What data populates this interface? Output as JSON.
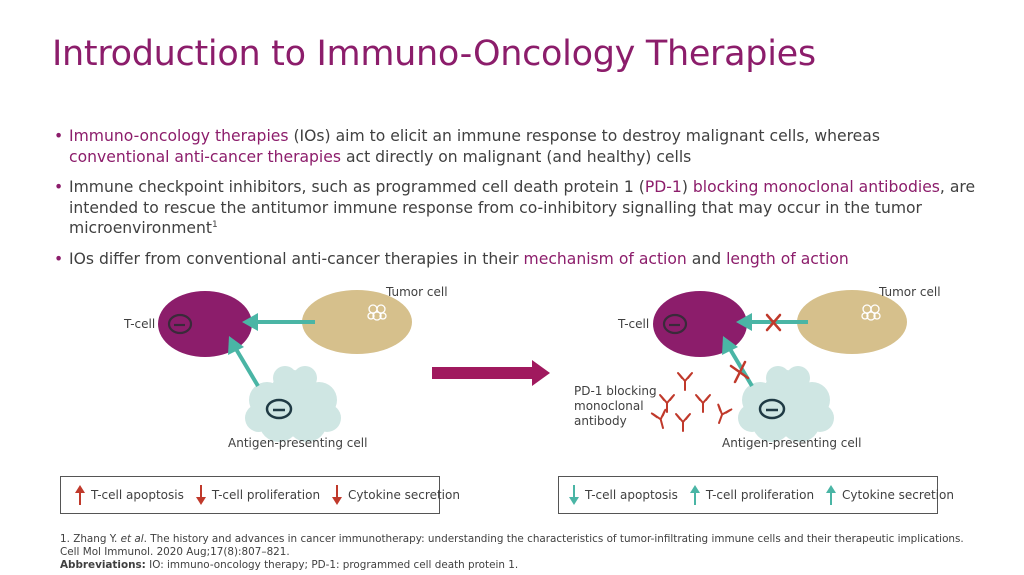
{
  "title": "Introduction to Immuno-Oncology Therapies",
  "bullets": [
    {
      "p1_hl": "Immuno-oncology therapies",
      "p2": " (IOs) aim to elicit an immune response to destroy malignant cells, whereas ",
      "p3_hl": "conventional anti-cancer therapies",
      "p4": " act directly on malignant (and healthy) cells"
    },
    {
      "p1": "Immune checkpoint inhibitors, such as programmed cell death protein 1 (",
      "p2_hl": "PD-1",
      "p3": ") ",
      "p4_hl": "blocking monoclonal antibodies",
      "p5": ", are intended to rescue the antitumor immune response from co-inhibitory signalling that may occur in the tumor microenvironment",
      "sup": "1"
    },
    {
      "p1": "IOs differ from conventional anti-cancer therapies in their ",
      "p2_hl": "mechanism of action",
      "p3": " and ",
      "p4_hl": "length of action"
    }
  ],
  "diagram": {
    "left": {
      "tcell_label": "T-cell",
      "tumor_label": "Tumor cell",
      "apc_label": "Antigen-presenting cell"
    },
    "right": {
      "tcell_label": "T-cell",
      "tumor_label": "Tumor cell",
      "apc_label": "Antigen-presenting cell",
      "antibody_label_lines": [
        "PD-1 blocking",
        "monoclonal",
        "antibody"
      ]
    },
    "colors": {
      "tcell": "#8c1d6b",
      "tumor": "#d6c08c",
      "apc": "#cfe6e3",
      "arrow_teal": "#4ab5a5",
      "block_red": "#c0392b",
      "transition_arrow": "#a0195e"
    }
  },
  "legend_left": [
    {
      "icon": "arrow-up-red-icon",
      "label": "T-cell apoptosis"
    },
    {
      "icon": "arrow-down-red-icon",
      "label": "T-cell proliferation"
    },
    {
      "icon": "arrow-down-red-icon",
      "label": "Cytokine secretion"
    }
  ],
  "legend_right": [
    {
      "icon": "arrow-down-teal-icon",
      "label": "T-cell apoptosis"
    },
    {
      "icon": "arrow-up-teal-icon",
      "label": "T-cell proliferation"
    },
    {
      "icon": "arrow-up-teal-icon",
      "label": "Cytokine secretion"
    }
  ],
  "footnote": {
    "ref_pre": "1. Zhang Y. ",
    "ref_etal": "et al",
    "ref_post": ". The history and advances in cancer immunotherapy: understanding the characteristics of tumor-infiltrating immune cells and their therapeutic implications. Cell Mol Immunol. 2020 Aug;17(8):807–821.",
    "abbr_label": "Abbreviations:",
    "abbr_text": " IO: immuno-oncology therapy; PD-1: programmed cell death protein 1."
  }
}
